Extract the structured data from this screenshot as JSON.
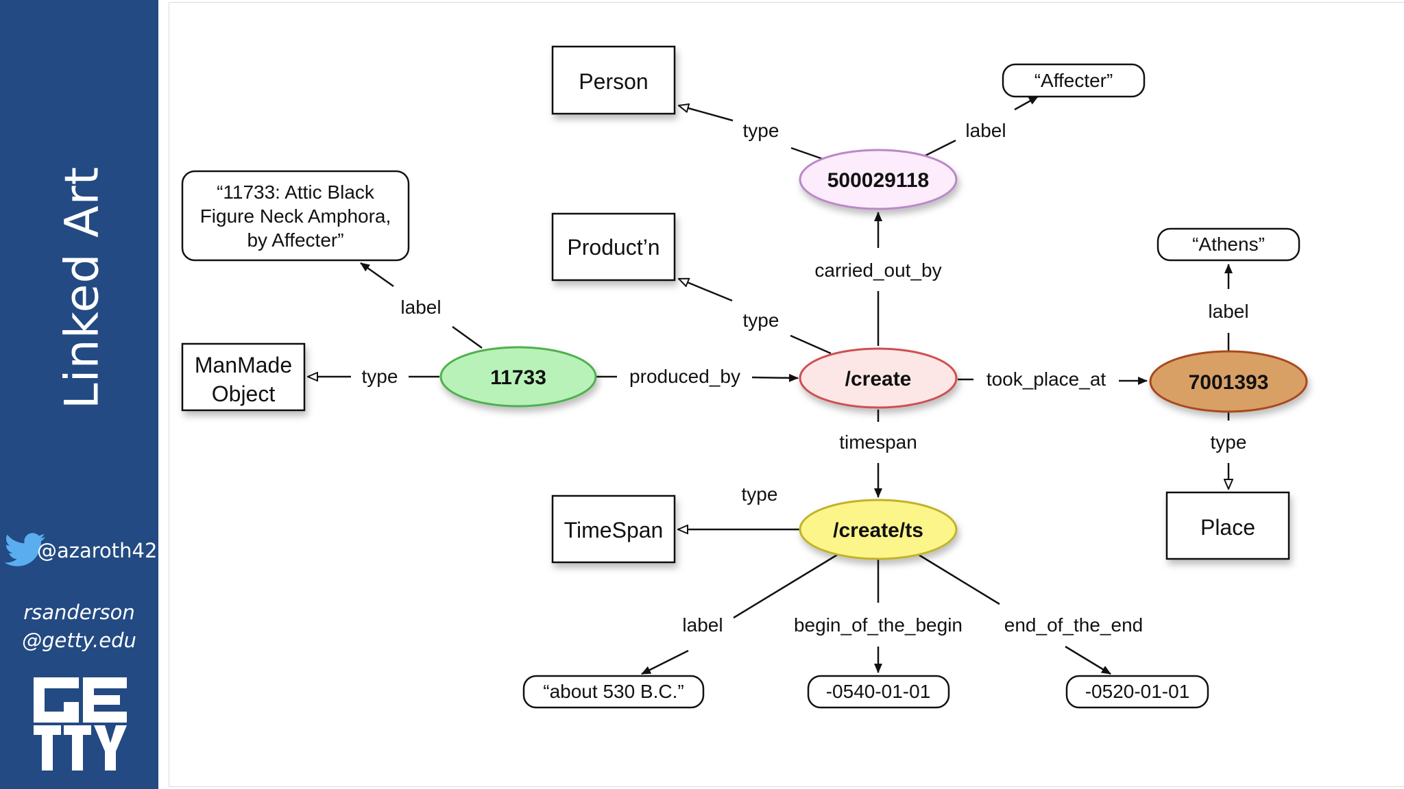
{
  "sidebar": {
    "title": "Linked Art",
    "twitter_handle": "@azaroth42",
    "contact_line1": "rsanderson",
    "contact_line2": "@getty.edu",
    "logo_text": "GETTY"
  },
  "diagram": {
    "classes": {
      "person": "Person",
      "production": "Product’n",
      "manmade_object": [
        "ManMade",
        "Object"
      ],
      "timespan": "TimeSpan",
      "place": "Place"
    },
    "nodes": {
      "actor": "500029118",
      "object": "11733",
      "create": "/create",
      "place": "7001393",
      "timespan": "/create/ts"
    },
    "literals": {
      "affecter": "“Affecter”",
      "object_label": [
        "“11733: Attic Black",
        "Figure Neck Amphora,",
        "by Affecter”"
      ],
      "athens": "“Athens”",
      "about": "“about 530 B.C.”",
      "begin": "-0540-01-01",
      "end": "-0520-01-01"
    },
    "edges": {
      "actor_type": "type",
      "actor_label": "label",
      "carried_out_by": "carried_out_by",
      "create_type": "type",
      "object_label": "label",
      "object_type": "type",
      "produced_by": "produced_by",
      "took_place_at": "took_place_at",
      "place_label": "label",
      "place_type": "type",
      "timespan": "timespan",
      "ts_type": "type",
      "ts_label": "label",
      "begin_of_the_begin": "begin_of_the_begin",
      "end_of_the_end": "end_of_the_end"
    }
  },
  "colors": {
    "sidebar": "#234a82",
    "object_node": "#b8f2b8",
    "create_node": "#fde6e6",
    "actor_node": "#fcecfc",
    "place_node": "#d9a066",
    "timespan_node": "#fcf58a"
  }
}
